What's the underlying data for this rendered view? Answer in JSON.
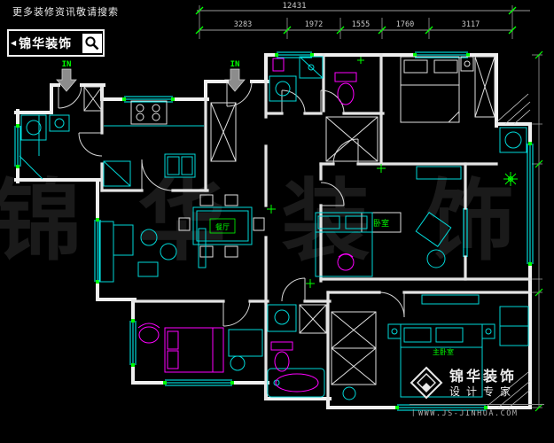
{
  "header": {
    "search_hint": "更多装修资讯敬请搜索",
    "brand": "锦华装饰",
    "cursor_glyph": "◀"
  },
  "dims": {
    "total": "12431",
    "segments": [
      "3283",
      "1972",
      "1555",
      "1760",
      "3117"
    ]
  },
  "plan": {
    "entrance_labels": [
      "IN",
      "IN"
    ],
    "rooms": {
      "dining": "餐厅",
      "bedroom": "卧室",
      "master": "主卧室"
    }
  },
  "watermark": {
    "center": "锦 华 装 饰",
    "brand": "锦华装饰",
    "tagline": "设计专家",
    "site": "丨WWW.JS-JINHUA.COM"
  },
  "colors": {
    "background": "#000000",
    "wall": "#f0f0f0",
    "window": "#00ffff",
    "furniture": "#00d8d8",
    "fixture": "#ff00ff",
    "accent_green": "#00ff00",
    "dim_text": "#c8c8c8",
    "arrow_gray": "#8c8c8c"
  }
}
